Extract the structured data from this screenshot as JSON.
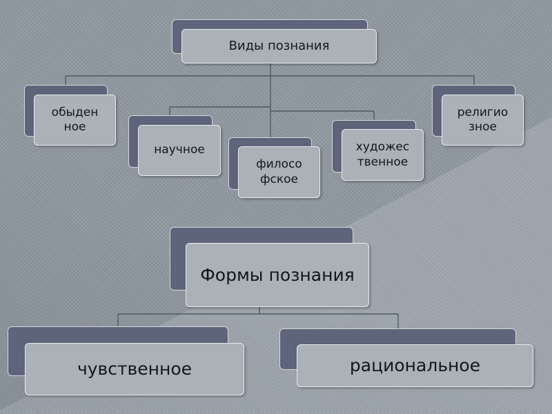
{
  "diagram_1": {
    "root": "Виды познания",
    "children": [
      {
        "line1": "обыден",
        "line2": "ное"
      },
      {
        "line1": "научное",
        "line2": ""
      },
      {
        "line1": "филосо",
        "line2": "фское"
      },
      {
        "line1": "художес",
        "line2": "твенное"
      },
      {
        "line1": "религио",
        "line2": "зное"
      }
    ]
  },
  "diagram_2": {
    "root": "Формы познания",
    "children": [
      "чувственное",
      "рациональное"
    ]
  },
  "colors": {
    "background": "#8f979f",
    "box_front": "#aab1b7",
    "box_back": "#5e6479",
    "connector": "#4f5963"
  }
}
